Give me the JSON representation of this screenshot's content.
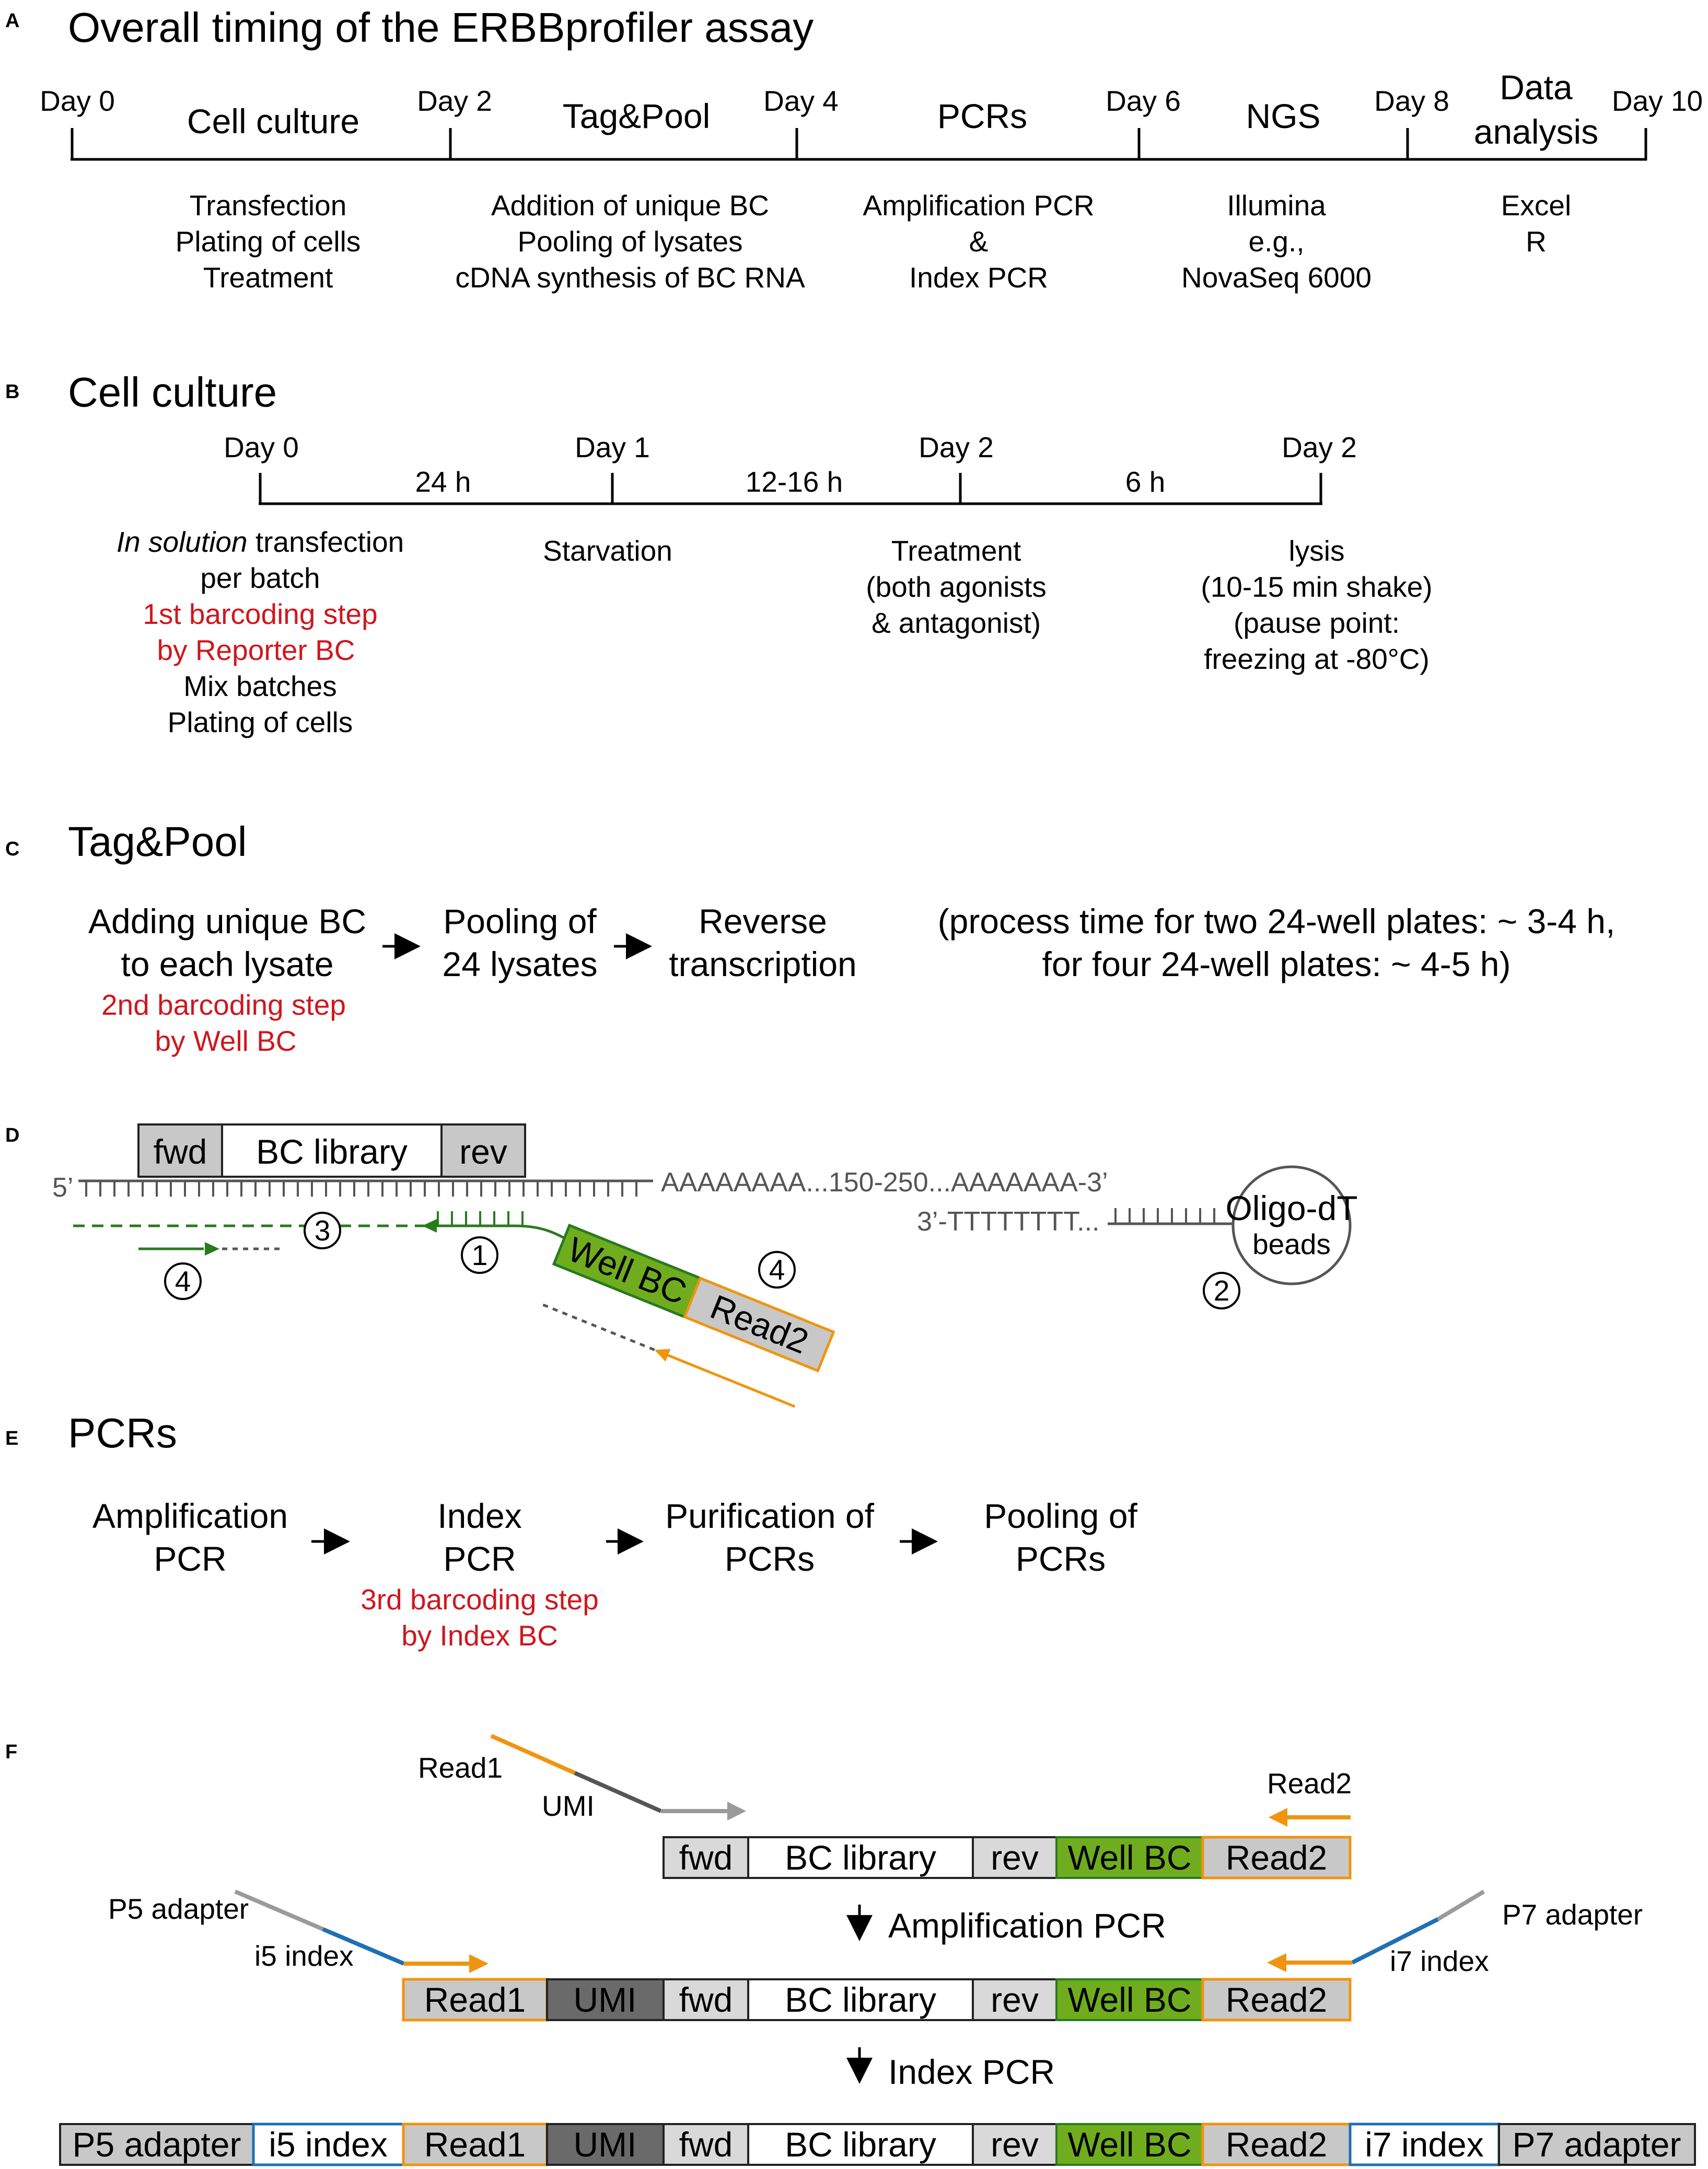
{
  "colors": {
    "red": "#d0161e",
    "orange": "#f0940f",
    "green_dark": "#2a7a1e",
    "green_box": "#6fad1e",
    "blue": "#1f6fb5",
    "grey_box": "#c8c8c8",
    "umi_box": "#6a6a6a"
  },
  "panelA": {
    "letter": "A",
    "title": "Overall timing of the ERBBprofiler assay",
    "days": [
      "Day 0",
      "Day 2",
      "Day 4",
      "Day 6",
      "Day 8",
      "Day 10"
    ],
    "phases": [
      "Cell culture",
      "Tag&Pool",
      "PCRs",
      "NGS"
    ],
    "phase_data": [
      "Data",
      "analysis"
    ],
    "desc": [
      [
        "Transfection",
        "Plating of cells",
        "Treatment"
      ],
      [
        "Addition of unique BC",
        "Pooling of lysates",
        "cDNA synthesis of BC RNA"
      ],
      [
        "Amplification PCR",
        "&",
        "Index PCR"
      ],
      [
        "Illumina",
        "e.g.,",
        "NovaSeq 6000"
      ],
      [
        "Excel",
        "R"
      ]
    ]
  },
  "panelB": {
    "letter": "B",
    "title": "Cell culture",
    "days": [
      "Day 0",
      "Day 1",
      "Day 2",
      "Day 2"
    ],
    "intervals": [
      "24 h",
      "12-16 h",
      "6 h"
    ],
    "desc0": {
      "italic": "In solution",
      "rest": " transfection",
      "lines": [
        "per batch"
      ],
      "red_lines": [
        "1st barcoding step",
        "by Reporter BC"
      ],
      "lines2": [
        "Mix batches",
        "Plating of cells"
      ]
    },
    "desc1": "Starvation",
    "desc2": [
      "Treatment",
      "(both agonists",
      "& antagonist)"
    ],
    "desc3": [
      "lysis",
      "(10-15 min shake)",
      "(pause point:",
      "freezing at -80°C)"
    ]
  },
  "panelC": {
    "letter": "C",
    "title": "Tag&Pool",
    "step1": [
      "Adding unique BC",
      "to each lysate"
    ],
    "step1_red": [
      "2nd barcoding step",
      "by Well BC"
    ],
    "step2": [
      "Pooling of",
      "24 lysates"
    ],
    "step3": [
      "Reverse",
      "transcription"
    ],
    "note": [
      "(process time for two 24-well plates: ~ 3-4 h,",
      "for four 24-well plates: ~ 4-5 h)"
    ]
  },
  "panelD": {
    "letter": "D",
    "fwd": "fwd",
    "bc_library": "BC library",
    "rev": "rev",
    "five_prime": "5’",
    "polyA": "AAAAAAAA...150-250...AAAAAAA-3’",
    "oligo_seq": "3’-TTTTTTTT...",
    "beads": [
      "Oligo-dT",
      "beads"
    ],
    "well_bc": "Well BC",
    "read2": "Read2",
    "steps": [
      "1",
      "2",
      "3",
      "4",
      "4"
    ]
  },
  "panelE": {
    "letter": "E",
    "title": "PCRs",
    "step1": [
      "Amplification",
      "PCR"
    ],
    "step2": [
      "Index",
      "PCR"
    ],
    "step2_red": [
      "3rd barcoding step",
      "by Index BC"
    ],
    "step3": [
      "Purification of",
      "PCRs"
    ],
    "step4": [
      "Pooling of",
      "PCRs"
    ]
  },
  "panelF": {
    "letter": "F",
    "read1": "Read1",
    "umi": "UMI",
    "read2": "Read2",
    "p5": "P5 adapter",
    "i5": "i5 index",
    "p7": "P7 adapter",
    "i7": "i7 index",
    "amp_pcr": "Amplification PCR",
    "index_pcr": "Index PCR",
    "row1": [
      "fwd",
      "BC library",
      "rev",
      "Well BC",
      "Read2"
    ],
    "row2": [
      "Read1",
      "UMI",
      "fwd",
      "BC library",
      "rev",
      "Well BC",
      "Read2"
    ],
    "row3": [
      "P5 adapter",
      "i5 index",
      "Read1",
      "UMI",
      "fwd",
      "BC library",
      "rev",
      "Well BC",
      "Read2",
      "i7 index",
      "P7 adapter"
    ]
  }
}
